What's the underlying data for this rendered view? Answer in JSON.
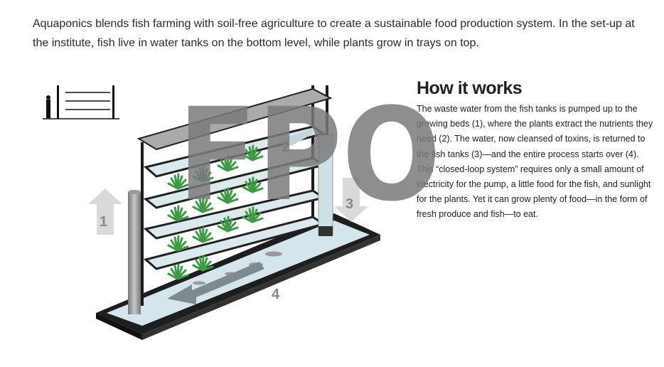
{
  "intro": "Aquaponics blends fish farming with soil-free agriculture to create a sustainable food production system. In the set-up at the institute, fish live in water tanks on the bottom level, while plants grow in trays on top.",
  "sidebar": {
    "title": "How it works",
    "body": "The waste water from the fish tanks is pumped up to the growing beds (1), where the plants extract the nutrients they need (2). The water, now cleansed of toxins, is returned to the fish tanks (3)—and the entire process starts over (4). This “closed-loop system” requires only a small amount of electricity for the pump, a little food for the fish, and sunlight for the plants. Yet it can grow plenty of food—in the form of fresh produce and fish—to eat."
  },
  "diagram": {
    "step_labels": [
      "1",
      "2",
      "3",
      "4"
    ]
  },
  "watermark": "FPO",
  "colors": {
    "water": "#d4e6ec",
    "frame": "#222222",
    "plant": "#3e9a45",
    "arrow": "#d9d9d9",
    "watermark": "#7a7a7a"
  }
}
